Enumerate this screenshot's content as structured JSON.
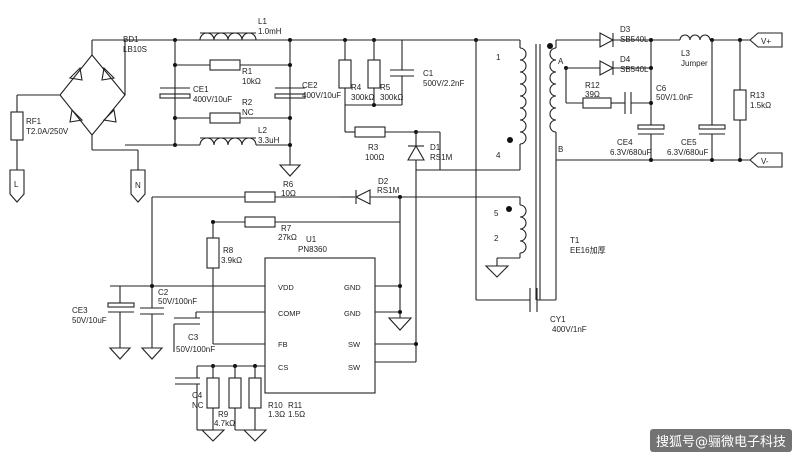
{
  "labels": {
    "rf1": "RF1",
    "rf1_val": "T2.0A/250V",
    "l_term": "L",
    "n_term": "N",
    "bd1": "BD1",
    "bd1_val": "LB10S",
    "ce1": "CE1",
    "ce1_val": "400V/10uF",
    "r1": "R1",
    "r1_val": "10kΩ",
    "r2": "R2",
    "r2_val": "NC",
    "l1": "L1",
    "l1_val": "1.0mH",
    "l2": "L2",
    "l2_val": "3.3uH",
    "ce2": "CE2",
    "ce2_val": "400V/10uF",
    "r4": "R4",
    "r4_val": "300kΩ",
    "r5": "R5",
    "r5_val": "300kΩ",
    "c1": "C1",
    "c1_val": "500V/2.2nF",
    "r3": "R3",
    "r3_val": "100Ω",
    "d1": "D1",
    "d1_val": "RS1M",
    "d2": "D2",
    "d2_val": "RS1M",
    "r6": "R6",
    "r6_val": "10Ω",
    "r7": "R7",
    "r7_val": "27kΩ",
    "r8": "R8",
    "r8_val": "3.9kΩ",
    "u1": "U1",
    "u1_val": "PN8360",
    "pin_vdd": "VDD",
    "pin_comp": "COMP",
    "pin_fb": "FB",
    "pin_cs": "CS",
    "pin_gnd1": "GND",
    "pin_gnd2": "GND",
    "pin_sw1": "SW",
    "pin_sw2": "SW",
    "ce3": "CE3",
    "ce3_val": "50V/10uF",
    "c2": "C2",
    "c2_val": "50V/100nF",
    "c3": "C3",
    "c3_val": "50V/100nF",
    "c4": "C4",
    "c4_val": "NC",
    "r9": "R9",
    "r9_val": "4.7kΩ",
    "r10": "R10",
    "r10_val": "1.3Ω",
    "r11": "R11",
    "r11_val": "1.5Ω",
    "t1": "T1",
    "t1_val": "EE16加厚",
    "pin1": "1",
    "pin4": "4",
    "pin5": "5",
    "pin2": "2",
    "pin_a": "A",
    "pin_b": "B",
    "d3": "D3",
    "d3_val": "SB540L",
    "d4": "D4",
    "d4_val": "SB540L",
    "l3": "L3",
    "l3_val": "Jumper",
    "r12": "R12",
    "r12_val": "39Ω",
    "c6": "C6",
    "c6_val": "50V/1.0nF",
    "ce4": "CE4",
    "ce4_val": "6.3V/680uF",
    "ce5": "CE5",
    "ce5_val": "6.3V/680uF",
    "r13": "R13",
    "r13_val": "1.5kΩ",
    "vplus": "V+",
    "vminus": "V-",
    "cy1": "CY1",
    "cy1_val": "400V/1nF"
  },
  "watermark": "搜狐号@骊微电子科技"
}
